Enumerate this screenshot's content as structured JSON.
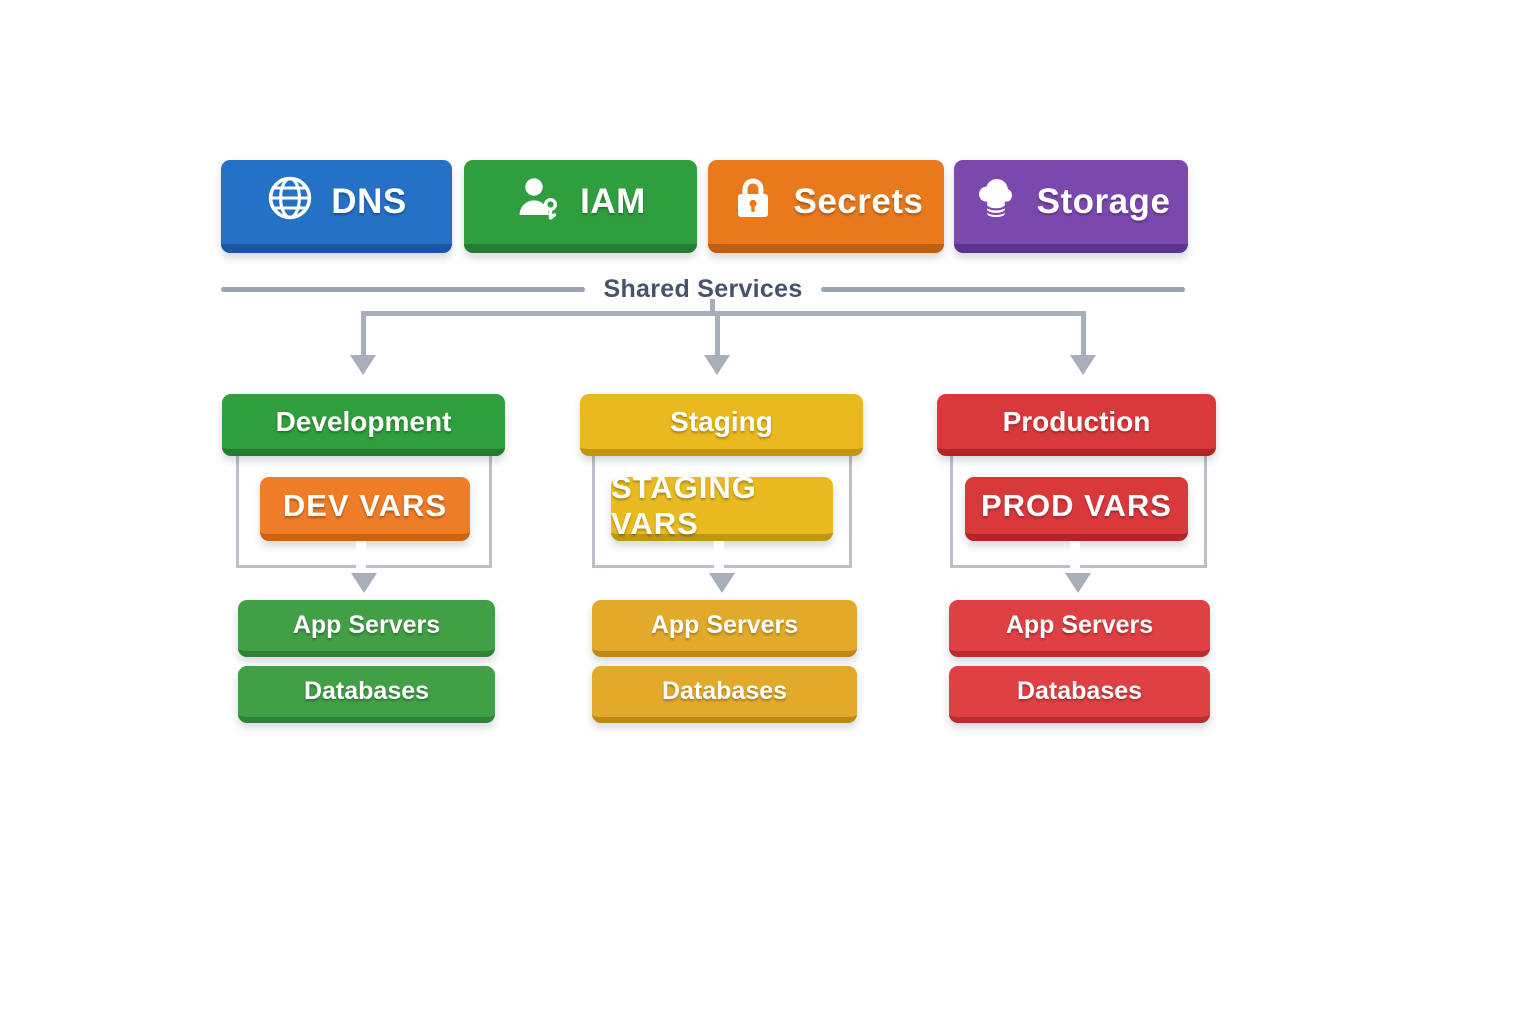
{
  "diagram": {
    "shared_services": {
      "label": "Shared Services",
      "services": [
        {
          "label": "DNS",
          "icon": "globe-icon",
          "color": "#2471c6"
        },
        {
          "label": "IAM",
          "icon": "user-key-icon",
          "color": "#2f9e3f"
        },
        {
          "label": "Secrets",
          "icon": "lock-icon",
          "color": "#e8791c"
        },
        {
          "label": "Storage",
          "icon": "cloud-database-icon",
          "color": "#7b49ae"
        }
      ]
    },
    "environments": [
      {
        "name": "Development",
        "color": "#2f9e3c",
        "vars_label": "DEV VARS",
        "vars_color": "#ef7c26",
        "resources": [
          {
            "label": "App Servers"
          },
          {
            "label": "Databases"
          }
        ],
        "resource_color": "#419f45"
      },
      {
        "name": "Staging",
        "color": "#e9b91e",
        "vars_label": "STAGING VARS",
        "vars_color": "#e9bb20",
        "resources": [
          {
            "label": "App Servers"
          },
          {
            "label": "Databases"
          }
        ],
        "resource_color": "#e2a92a"
      },
      {
        "name": "Production",
        "color": "#d9393c",
        "vars_label": "PROD VARS",
        "vars_color": "#da393c",
        "resources": [
          {
            "label": "App Servers"
          },
          {
            "label": "Databases"
          }
        ],
        "resource_color": "#df4043"
      }
    ],
    "connector_color": "#a8aeba",
    "divider_text_color": "#47526b"
  }
}
